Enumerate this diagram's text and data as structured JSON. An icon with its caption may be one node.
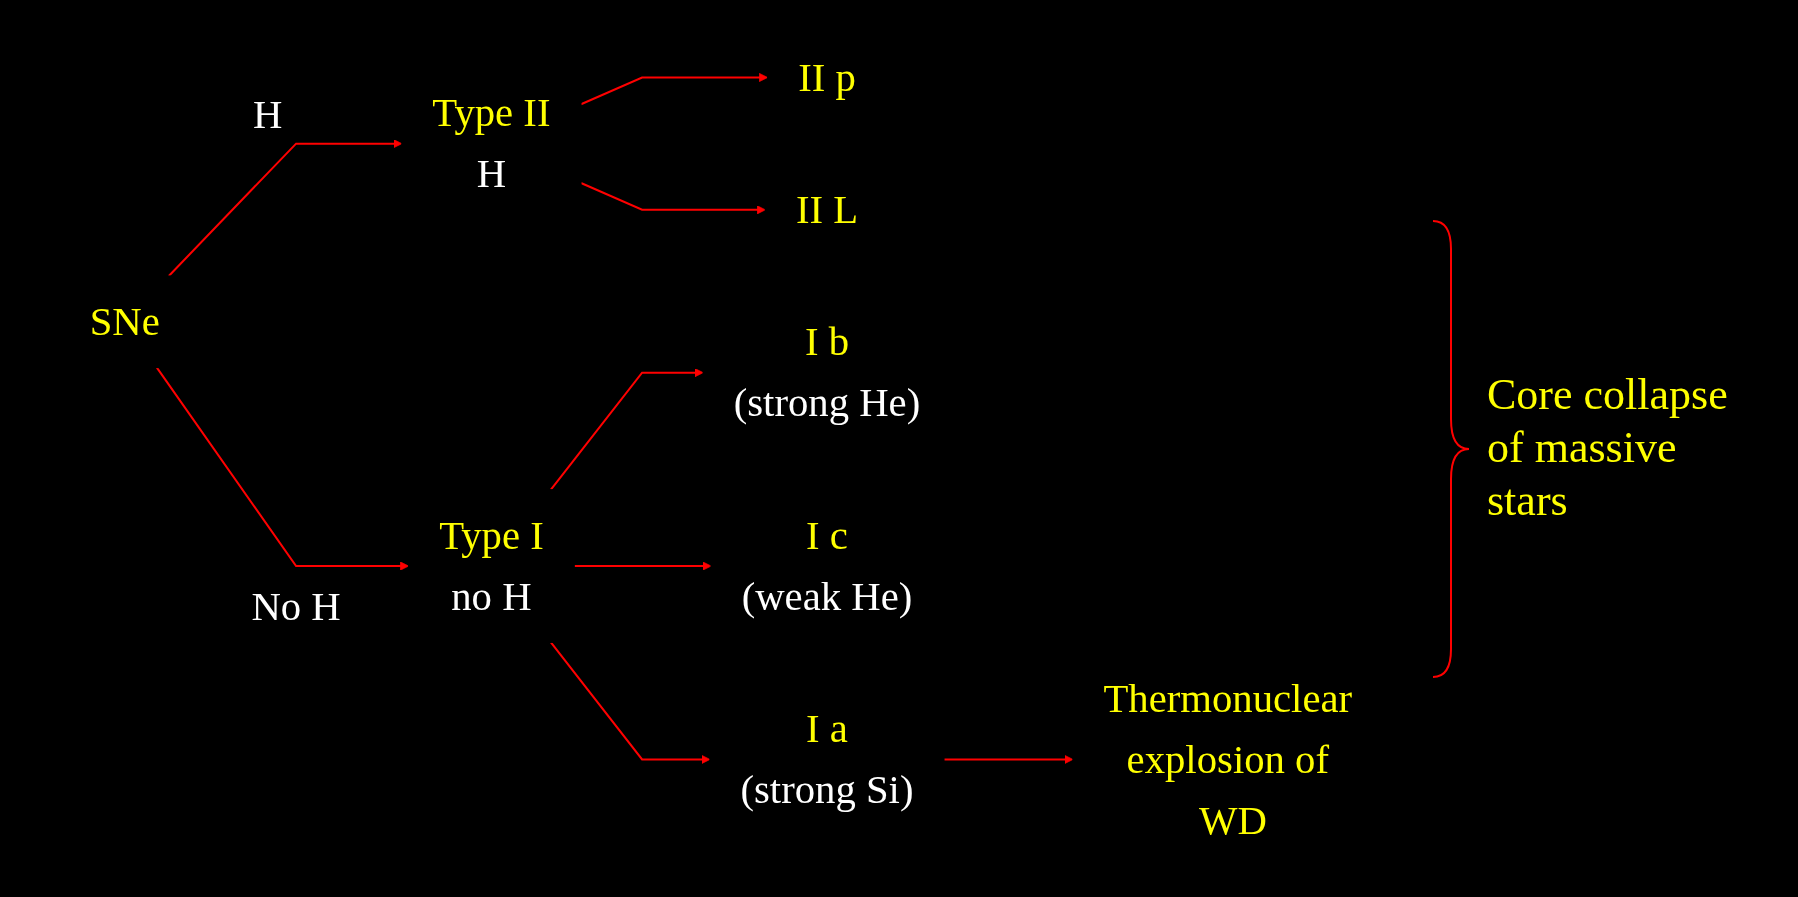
{
  "diagram": {
    "nodes": [
      {
        "text": [
          "SNe"
        ]
      },
      {
        "text": [
          "Type II",
          "H"
        ]
      },
      {
        "text": [
          "Type I",
          "no H"
        ]
      },
      {
        "text": [
          "II p"
        ]
      },
      {
        "text": [
          "II L"
        ]
      },
      {
        "text": [
          "I b",
          "(strong He)"
        ]
      },
      {
        "text": [
          "I c",
          "(weak He)"
        ]
      },
      {
        "text": [
          "I a",
          "(strong Si)"
        ]
      },
      {
        "text": [
          "Thermonuclear explosion of WD"
        ]
      }
    ],
    "edges": [
      {
        "from": 0,
        "to": 1,
        "arrow": "to",
        "label": "H"
      },
      {
        "from": 0,
        "to": 2,
        "arrow": "to",
        "label": "No H"
      },
      {
        "from": 1,
        "to": 3,
        "arrow": "to"
      },
      {
        "from": 1,
        "to": 4,
        "arrow": "to"
      },
      {
        "from": 2,
        "to": 5,
        "arrow": "to"
      },
      {
        "from": 2,
        "to": 6,
        "arrow": "to"
      },
      {
        "from": 2,
        "to": 7,
        "arrow": "to"
      },
      {
        "from": 7,
        "to": 8,
        "arrow": "to"
      }
    ],
    "labels": [
      "Core collapse of massive stars"
    ]
  }
}
